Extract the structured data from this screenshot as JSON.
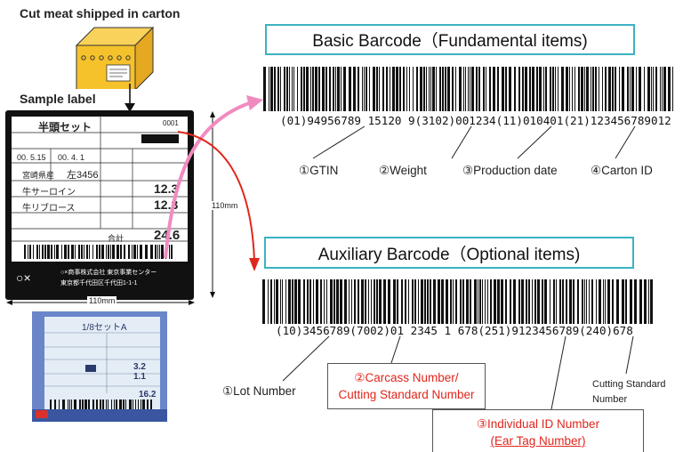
{
  "left": {
    "carton_title": "Cut meat shipped in carton",
    "sample_label_title": "Sample label",
    "dim_vertical": "110mm",
    "dim_horizontal": "110mm"
  },
  "label": {
    "title": "半頭セット",
    "no": "0001",
    "date1": "00. 5.15",
    "date2": "00. 4. 1",
    "prefecture": "宮崎県産",
    "side": "左3456",
    "item1_name": "牛サーロイン",
    "item1_weight": "12.3",
    "item2_name": "牛リブロース",
    "item2_weight": "12.3",
    "total_label": "合計",
    "total_weight": "24.6",
    "company": "○×商事株式会社 東京事業センター",
    "address": "東京都千代田区千代田1-1-1",
    "mark": "○×"
  },
  "photo": {
    "title": "1/8セットA",
    "weight1": "3.2",
    "weight2": "1.1",
    "total": "16.2"
  },
  "basic": {
    "header": "Basic Barcode（Fundamental items)",
    "number_text": "(01)94956789 15120 9(3102)001234(11)010401(21)123456789012",
    "callouts": [
      "①GTIN",
      "②Weight",
      "③Production date",
      "④Carton ID"
    ]
  },
  "aux": {
    "header": "Auxiliary Barcode（Optional items)",
    "number_text": "(10)3456789(7002)01 2345 1 678(251)9123456789(240)678",
    "lot": "①Lot Number",
    "carcass_line1": "②Carcass Number/",
    "carcass_line2": "Cutting Standard Number",
    "cutting_line1": "Cutting Standard",
    "cutting_line2": "Number",
    "indiv_line1": "③Individual ID Number",
    "indiv_line2": "(Ear Tag Number)"
  },
  "colors": {
    "header_border": "#3bb2c2",
    "red": "#e0261c",
    "pink": "#f08bc0",
    "box_yellow": "#f5c22c"
  }
}
